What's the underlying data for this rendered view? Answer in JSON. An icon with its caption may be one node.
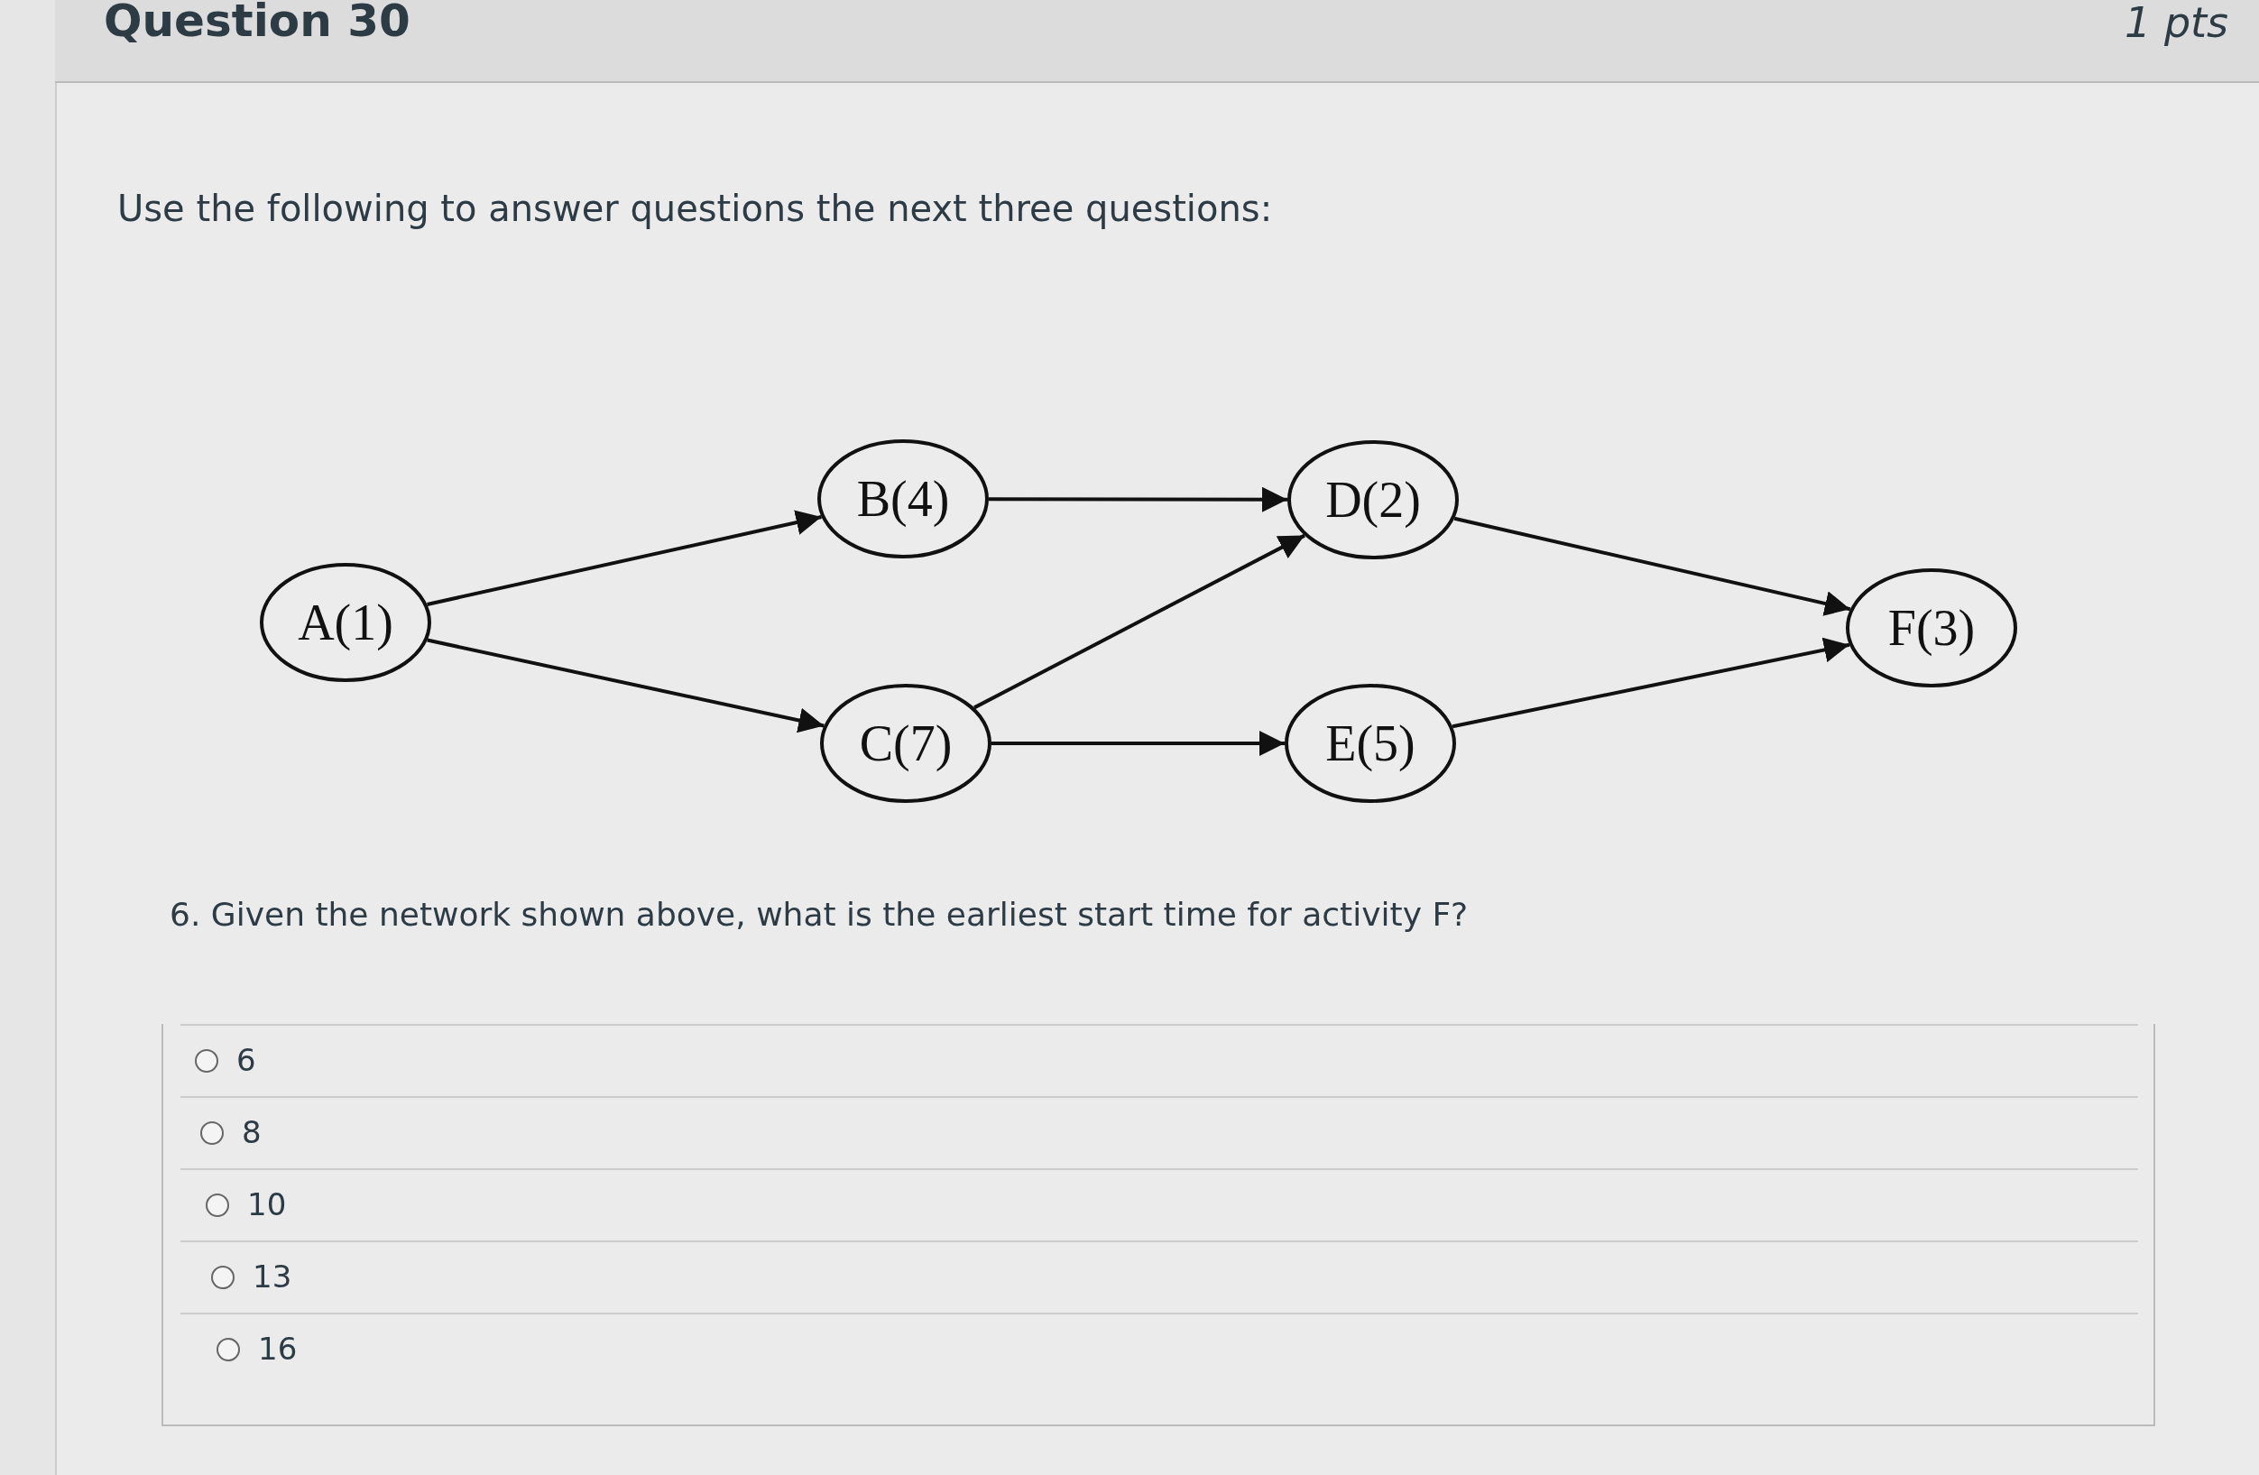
{
  "diagram": {
    "title": "Question 30",
    "nodes": [
      {
        "text": [
          "A(1)"
        ]
      },
      {
        "text": [
          "B(4)"
        ]
      },
      {
        "text": [
          "C(7)"
        ]
      },
      {
        "text": [
          "D(2)"
        ]
      },
      {
        "text": [
          "E(5)"
        ]
      },
      {
        "text": [
          "F(3)"
        ]
      }
    ],
    "edges": [
      {
        "from": 0,
        "to": 1,
        "arrow": "to"
      },
      {
        "from": 0,
        "to": 2,
        "arrow": "to"
      },
      {
        "from": 1,
        "to": 3,
        "arrow": "to"
      },
      {
        "from": 2,
        "to": 3,
        "arrow": "to"
      },
      {
        "from": 2,
        "to": 4,
        "arrow": "to"
      },
      {
        "from": 3,
        "to": 5,
        "arrow": "to"
      },
      {
        "from": 4,
        "to": 5,
        "arrow": "to"
      }
    ],
    "labels": [
      "1 pts",
      "Use the following to answer questions the next three questions:",
      "6. Given the network shown above, what is the earliest start time for activity F?",
      "6",
      "8",
      "10",
      "13",
      "16"
    ]
  }
}
